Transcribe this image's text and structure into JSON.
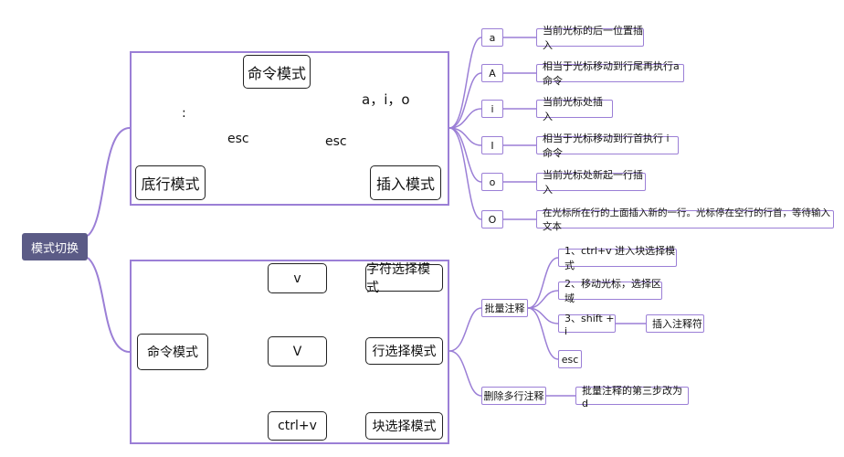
{
  "root": {
    "label": "模式切换"
  },
  "upper": {
    "nodes": {
      "command": "命令模式",
      "bottom_line": "底行模式",
      "insert": "插入模式"
    },
    "edge_labels": {
      "colon": ":",
      "esc_left": "esc",
      "esc_right": "esc",
      "a_i_o": "a，i，o"
    }
  },
  "lower": {
    "nodes": {
      "command": "命令模式",
      "v_key": "v",
      "V_key": "V",
      "ctrlv_key": "ctrl+v",
      "char_select": "字符选择模式",
      "line_select": "行选择模式",
      "block_select": "块选择模式"
    }
  },
  "insert_keys": [
    {
      "key": "a",
      "desc": "当前光标的后一位置插入"
    },
    {
      "key": "A",
      "desc": "相当于光标移动到行尾再执行a命令"
    },
    {
      "key": "i",
      "desc": "当前光标处插入"
    },
    {
      "key": "I",
      "desc": "相当于光标移动到行首执行 i 命令"
    },
    {
      "key": "o",
      "desc": "当前光标处新起一行插入"
    },
    {
      "key": "O",
      "desc": "在光标所在行的上面插入新的一行。光标停在空行的行首，等待输入文本"
    }
  ],
  "batch_comment": {
    "label": "批量注释",
    "steps": [
      "1、ctrl+v  进入块选择模式",
      "2、移动光标，选择区域",
      "3、shift + i",
      "esc"
    ],
    "step3_detail": "插入注释符"
  },
  "batch_uncomment": {
    "label": "删除多行注释",
    "detail": "批量注释的第三步改为 d"
  },
  "colors": {
    "accent": "#9b7fd6",
    "root_bg": "#5b5b86"
  }
}
